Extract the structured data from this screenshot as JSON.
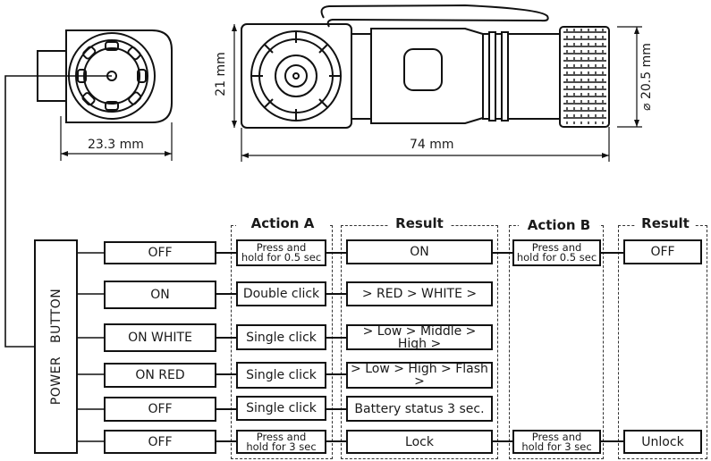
{
  "dimensions": {
    "end_width": "23.3 mm",
    "length": "74 mm",
    "height": "21 mm",
    "diameter": "⌀ 20.5 mm"
  },
  "power_button_label": "POWER   BUTTON",
  "columns": {
    "action_a": "Action  A",
    "result_a": "Result",
    "action_b": "Action  B",
    "result_b": "Result"
  },
  "rows": [
    {
      "state": "OFF",
      "action_a": "Press and\nhold for 0.5 sec",
      "result_a": "ON",
      "action_b": "Press and\nhold for 0.5 sec",
      "result_b": "OFF"
    },
    {
      "state": "ON",
      "action_a": "Double click",
      "result_a": "> RED > WHITE >",
      "action_b": "",
      "result_b": ""
    },
    {
      "state": "ON WHITE",
      "action_a": "Single click",
      "result_a": "> Low > Middle > High >",
      "action_b": "",
      "result_b": ""
    },
    {
      "state": "ON RED",
      "action_a": "Single click",
      "result_a": "> Low > High > Flash >",
      "action_b": "",
      "result_b": ""
    },
    {
      "state": "OFF",
      "action_a": "Single click",
      "result_a": "Battery status 3 sec.",
      "action_b": "",
      "result_b": ""
    },
    {
      "state": "OFF",
      "action_a": "Press and\nhold for 3 sec",
      "result_a": "Lock",
      "action_b": "Press and\nhold for 3 sec",
      "result_b": "Unlock"
    }
  ]
}
